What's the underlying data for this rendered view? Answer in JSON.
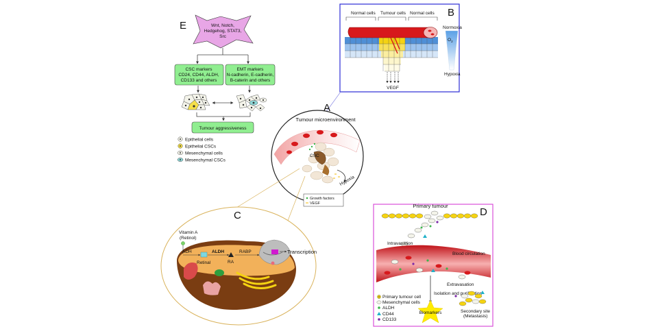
{
  "panels": {
    "a": {
      "letter": "A",
      "title": "Tumour microenvironment",
      "csc_label": "CSC",
      "hypoxia_label": "Hypoxia",
      "legend": [
        "Growth factors",
        "VEGF"
      ]
    },
    "b": {
      "letter": "B",
      "headers": [
        "Normal cells",
        "Tumour cells",
        "Normal cells"
      ],
      "normoxia": "Normoxia",
      "o2": "O",
      "o2_sub": "2",
      "hypoxia": "Hypoxia",
      "vegf": "VEGF"
    },
    "c": {
      "letter": "C",
      "vitamin_a": "Vitamin A",
      "retinol": "(Retinol)",
      "adh": "ADH",
      "retinal": "Retinal",
      "aldh": "ALDH",
      "ra": "RA",
      "rabp": "RABP",
      "transcription": "Transcription"
    },
    "d": {
      "letter": "D",
      "primary_tumour": "Primary tumour",
      "intravasation": "Intravasation",
      "blood_circulation": "Blood circulation",
      "extravasation": "Extravasation",
      "isolation": "Isolation and purification",
      "biomarkers": "Biomarkers",
      "secondary_site": [
        "Secondary site",
        "(Metastasis)"
      ],
      "legend": [
        "Primary tumour cell",
        "Mesenchymal cells",
        "ALDH",
        "CD44",
        "CD133"
      ]
    },
    "e": {
      "letter": "E",
      "pathways": [
        "Wnt, Notch,",
        "Hedgehog, STAT3,",
        "Src"
      ],
      "csc_markers": [
        "CSC markers",
        "CD24, CD44, ALDH,",
        "CD133 and others"
      ],
      "emt_markers": [
        "EMT markers",
        "N-cadherin, E-cadherin,",
        "B-caterin and others"
      ],
      "aggressiveness": "Tumour aggressiveness",
      "legend": [
        "Epithelial cells",
        "Epithelial CSCs",
        "Mesenchymal cells",
        "Mesenchymal CSCs"
      ]
    }
  },
  "colors": {
    "vessel_red": "#d7191c",
    "vessel_pink": "#f6b6b6",
    "green_box": "#90ee90",
    "star_fill": "#e8a6e6",
    "tumour_yellow": "#f5d312",
    "normal_blue": "#4f8fd6",
    "panel_b_border": "#2b2bd6",
    "panel_d_border": "#d94fd9",
    "ellipse_border": "#d9b25a",
    "biomarker_star": "#ffec00",
    "aldh_green": "#3cb44b",
    "cd44_cyan": "#20b2c9",
    "cd133_purple": "#7d2aa8"
  }
}
